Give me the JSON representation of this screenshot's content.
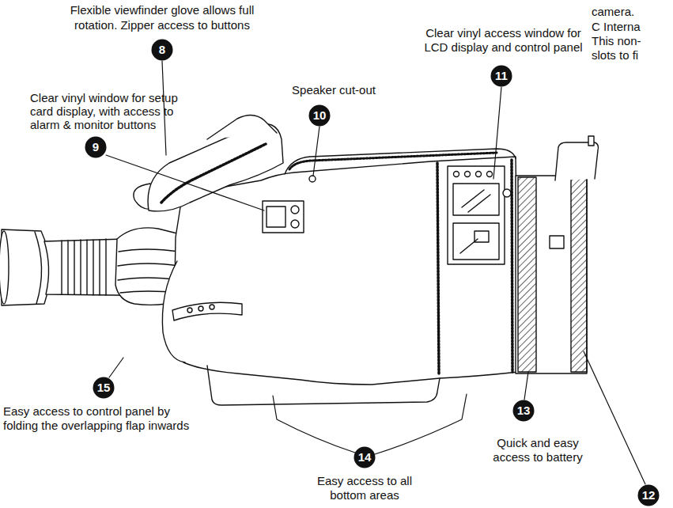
{
  "diagram": {
    "nodes": [
      {
        "text": [
          "8"
        ]
      },
      {
        "text": [
          "11"
        ]
      },
      {
        "text": [
          "10"
        ]
      },
      {
        "text": [
          "9"
        ]
      },
      {
        "text": [
          "15"
        ]
      },
      {
        "text": [
          "13"
        ]
      },
      {
        "text": [
          "14"
        ]
      },
      {
        "text": [
          "12"
        ]
      }
    ],
    "labels": [
      "Flexible viewfinder glove allows full rotation. Zipper access to buttons",
      "Clear vinyl access window for LCD display and control panel",
      "Clear vinyl window for setup card display, with access to alarm & monitor buttons",
      "Speaker cut-out",
      "camera.",
      "C Interna",
      "This non-",
      "slots to fi",
      "Easy access to control panel by folding the overlapping flap inwards",
      "Quick and easy access to battery",
      "Easy access to all bottom areas"
    ]
  }
}
